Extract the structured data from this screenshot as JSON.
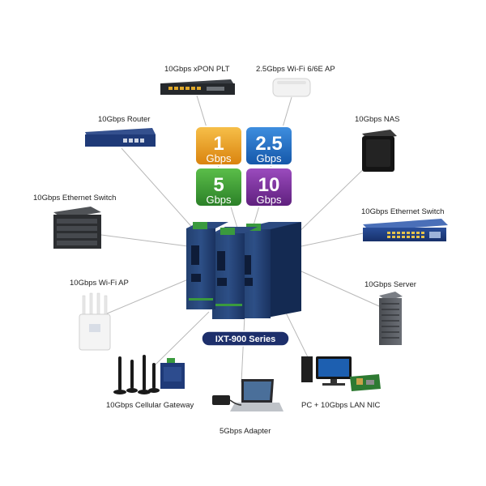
{
  "devices": {
    "xpon": "10Gbps xPON PLT",
    "wifi_ap_ceiling": "2.5Gbps Wi-Fi 6/6E AP",
    "router": "10Gbps Router",
    "nas": "10Gbps NAS",
    "switch_left": "10Gbps Ethernet Switch",
    "switch_right": "10Gbps Ethernet Switch",
    "wifi_ap_outdoor": "10Gbps Wi-Fi AP",
    "server": "10Gbps Server",
    "cellular_gateway": "10Gbps Cellular Gateway",
    "pc_nic": "PC + 10Gbps LAN NIC",
    "adapter": "5Gbps Adapter"
  },
  "speeds": [
    {
      "value": "1",
      "unit": "Gbps",
      "color": "#e89a1c"
    },
    {
      "value": "2.5",
      "unit": "Gbps",
      "color": "#1f6fc4"
    },
    {
      "value": "5",
      "unit": "Gbps",
      "color": "#3d9b35"
    },
    {
      "value": "10",
      "unit": "Gbps",
      "color": "#7a2f9a"
    }
  ],
  "series_label": "IXT-900 Series",
  "colors": {
    "line": "#b8b8b8",
    "converter_body": "#1d3566",
    "terminal_green": "#3a9a3e",
    "series_badge": "#1d2f6b"
  }
}
